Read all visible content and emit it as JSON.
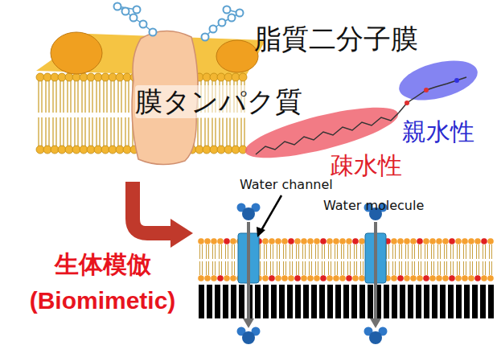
{
  "diagram": {
    "labels": [
      "脂質二分子膜",
      "膜タンパク質",
      "親水性",
      "疎水性",
      "Water channel",
      "Water molecule",
      "生体模倣 (Biomimetic)"
    ]
  }
}
